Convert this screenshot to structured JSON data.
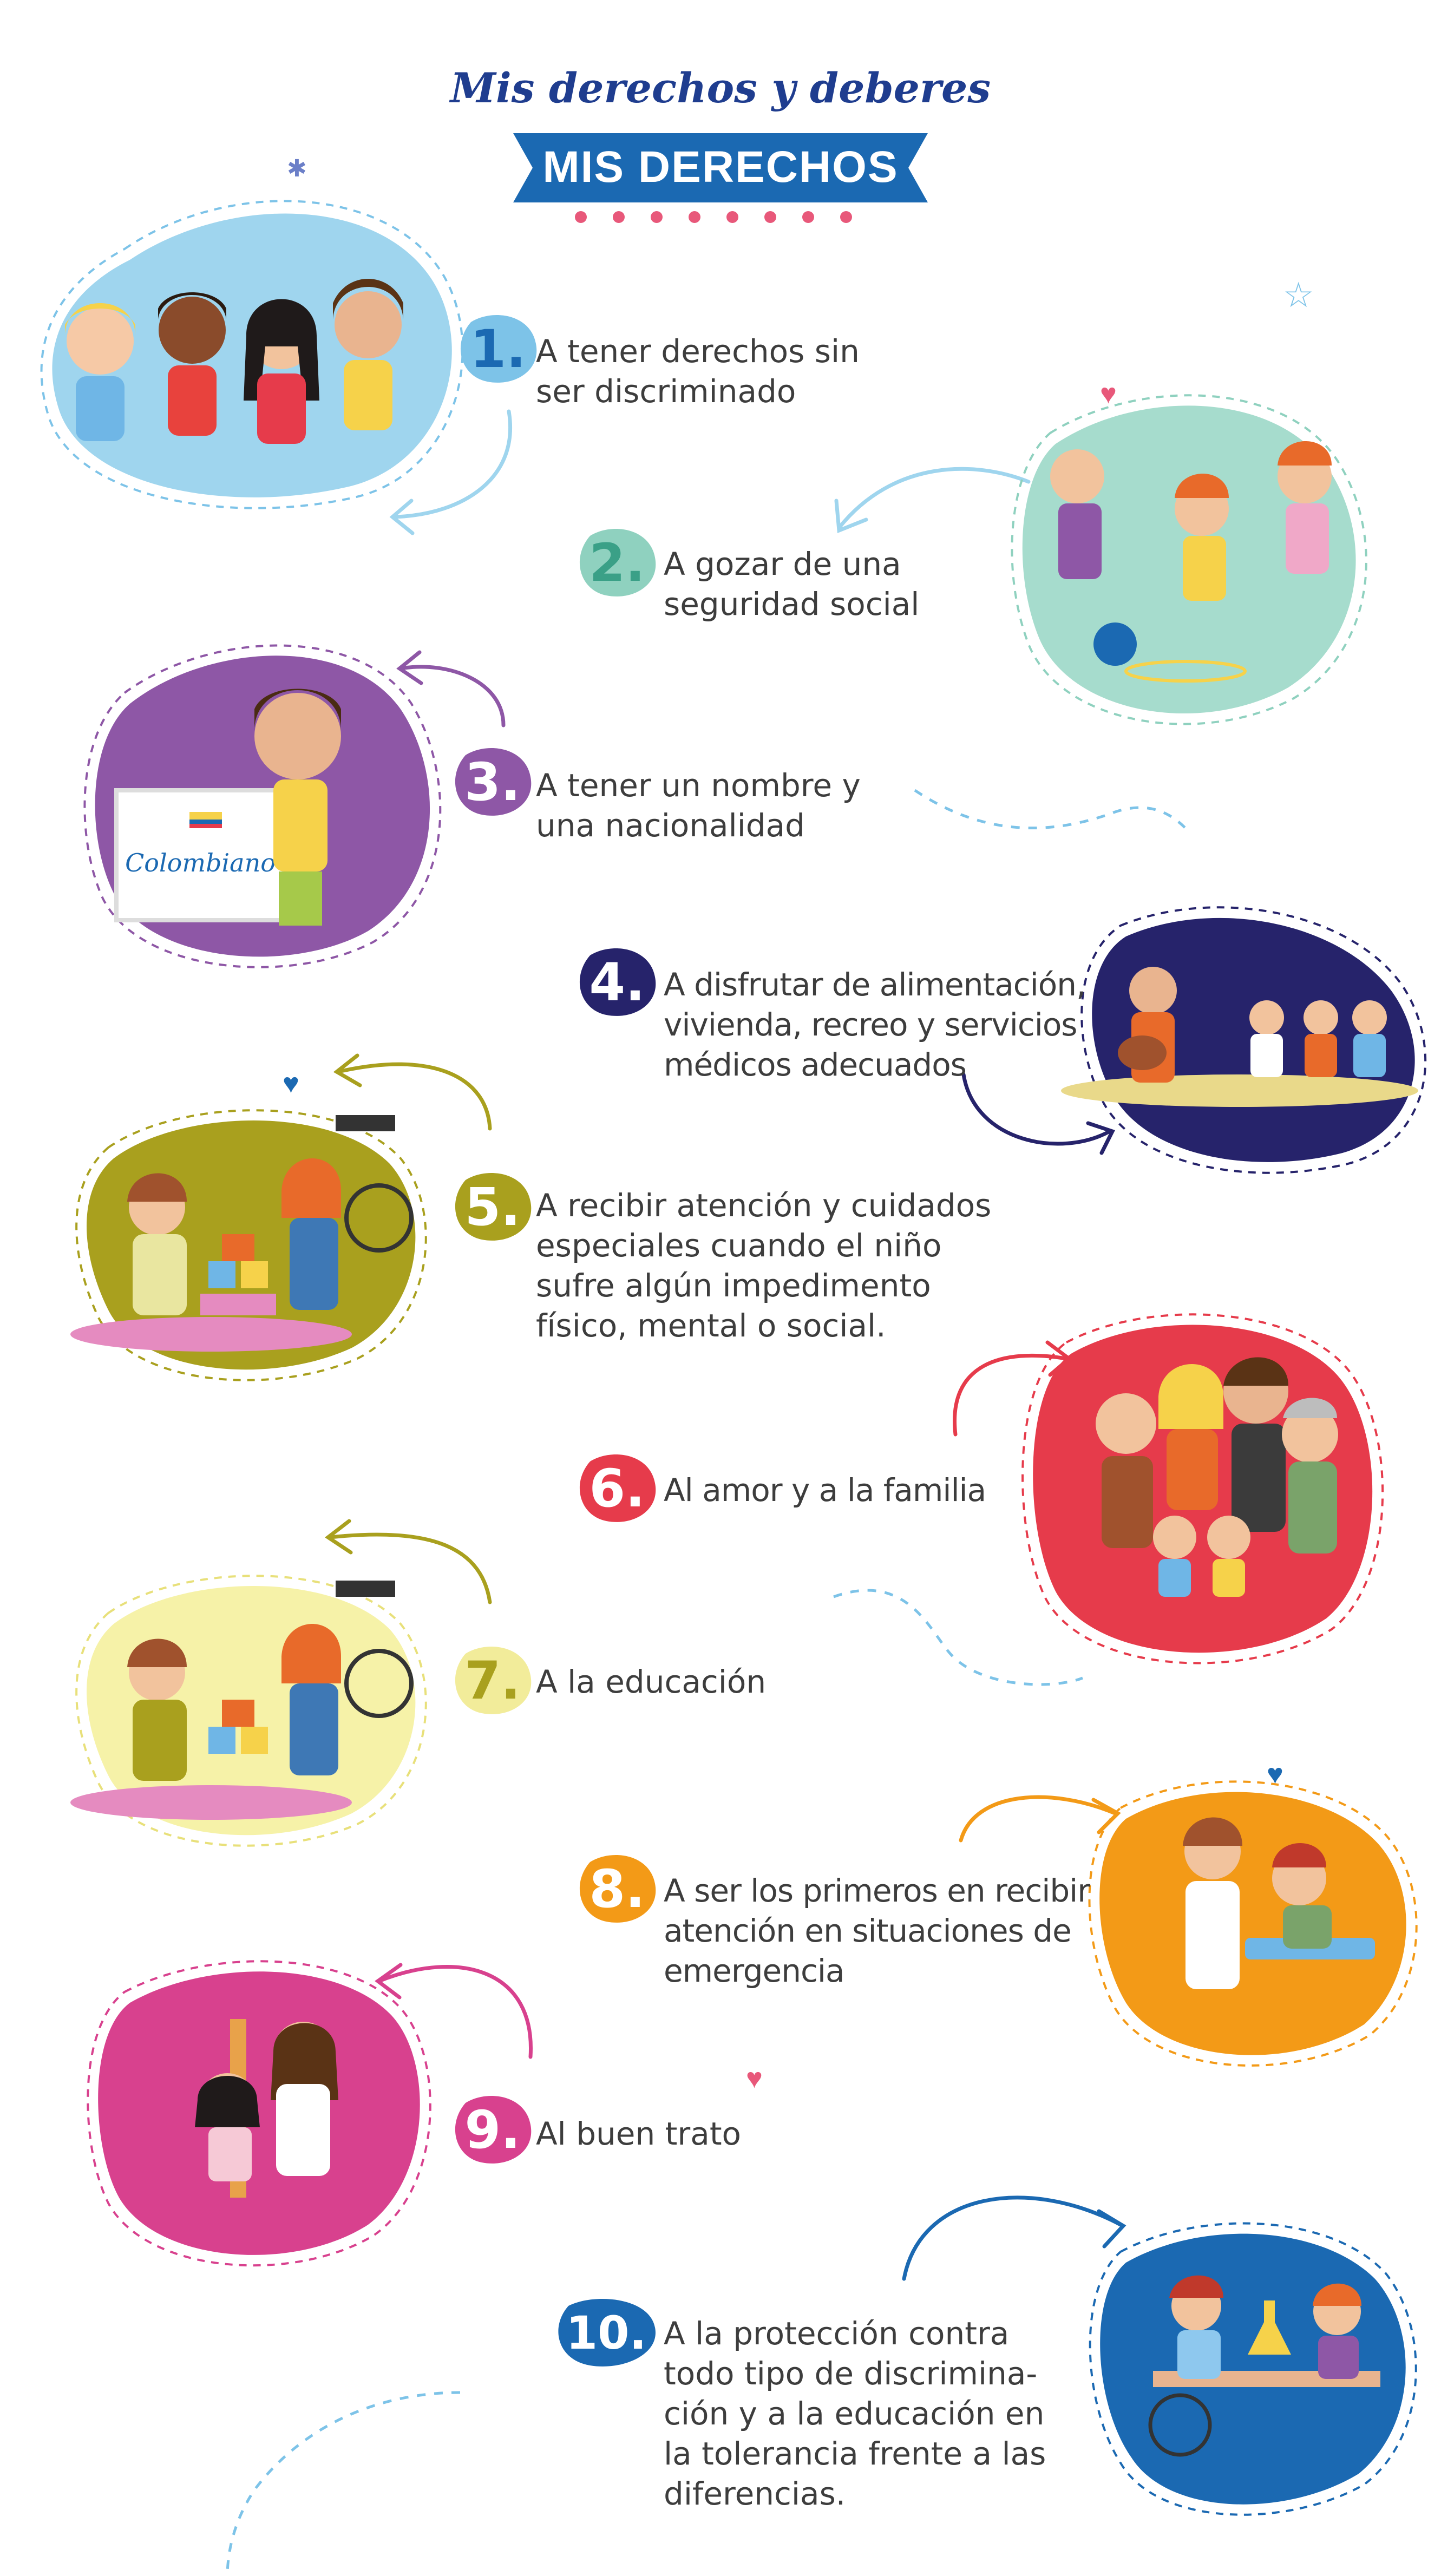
{
  "header": {
    "subtitle": "Mis derechos y deberes",
    "title": "MIS DERECHOS"
  },
  "rights": [
    {
      "num": "1.",
      "text": "A tener derechos sin\nser discriminado",
      "color": "#7dc3e8"
    },
    {
      "num": "2.",
      "text": "A gozar de una\nseguridad social",
      "color": "#8fd1bf"
    },
    {
      "num": "3.",
      "text": "A tener un nombre y\nuna nacionalidad",
      "color": "#8e57a6"
    },
    {
      "num": "4.",
      "text": "A disfrutar de alimentación,\nvivienda, recreo y servicios\nmédicos adecuados",
      "color": "#26236b"
    },
    {
      "num": "5.",
      "text": "A recibir atención y cuidados\nespeciales cuando el niño\nsufre algún impedimento\nfísico, mental o social.",
      "color": "#a9a01e"
    },
    {
      "num": "6.",
      "text": "Al amor y a la familia",
      "color": "#e63b4b"
    },
    {
      "num": "7.",
      "text": "A la educación",
      "color": "#f2ec9a"
    },
    {
      "num": "8.",
      "text": "A ser los primeros en recibir\natención en situaciones de\nemergencia",
      "color": "#f39a17"
    },
    {
      "num": "9.",
      "text": "Al buen trato",
      "color": "#d8418e"
    },
    {
      "num": "10.",
      "text": "A la protección contra\ntodo tipo de discrimina-\nción y a la educación en\nla tolerancia  frente a las\ndiferencias.",
      "color": "#1b69b2"
    }
  ],
  "illustrations": {
    "flag_label": "Colombiano"
  },
  "colors": {
    "title_blue": "#1f3d8f",
    "banner_blue": "#1b69b2",
    "dot_pink": "#e8587a"
  }
}
